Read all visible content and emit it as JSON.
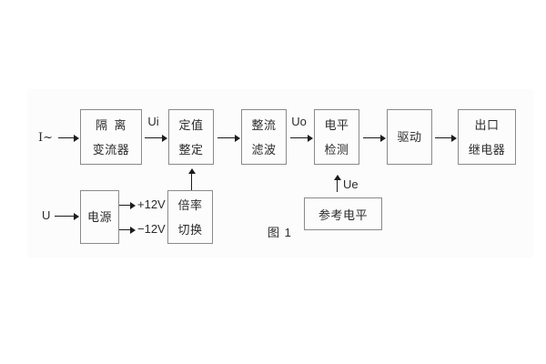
{
  "caption": "图 1",
  "colors": {
    "page_bg": "#ffffff",
    "panel_bg": "#fcfcfc",
    "box_border": "#8a8a8a",
    "text": "#2b2b2b",
    "arrow": "#1c1c1c"
  },
  "blocks": {
    "isolation_transformer": {
      "line1": "隔 离",
      "line2": "变流器"
    },
    "setpoint_adjust": {
      "line1": "定值",
      "line2": "整定"
    },
    "rectify_filter": {
      "line1": "整流",
      "line2": "滤波"
    },
    "level_detect": {
      "line1": "电平",
      "line2": "检测"
    },
    "drive": {
      "label": "驱动"
    },
    "output_relay": {
      "line1": "出口",
      "line2": "继电器"
    },
    "power_supply": {
      "label": "电源"
    },
    "ratio_switch": {
      "line1": "倍率",
      "line2": "切换"
    },
    "reference_level": {
      "label": "参考电平"
    }
  },
  "signals": {
    "input_current": "I~",
    "input_voltage": "U",
    "ui": "Ui",
    "uo": "Uo",
    "ue": "Ue",
    "plus_12v": "+12V",
    "minus_12v": "−12V"
  }
}
